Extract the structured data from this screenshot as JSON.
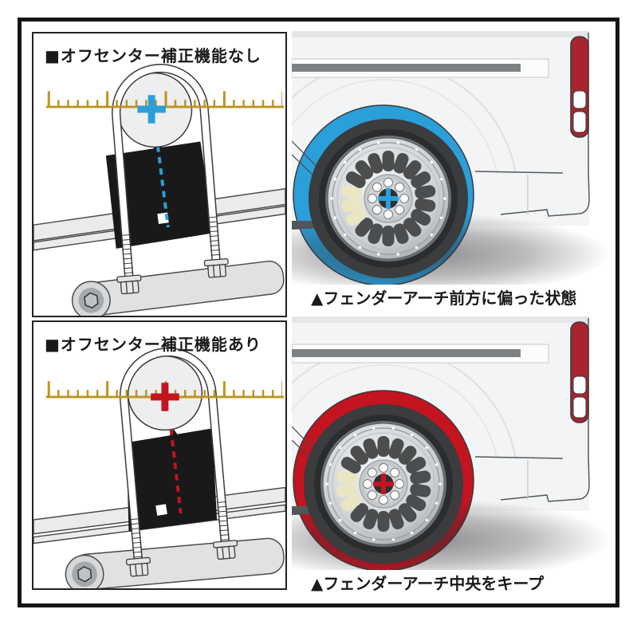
{
  "colors": {
    "accent-blue": "#2B9FD9",
    "accent-red": "#C3141F",
    "ruler-gold": "#BD9420",
    "lamp-red": "#A8242F",
    "stripe-gray": "#7D8184",
    "ink": "#1A1A1A"
  },
  "panels": [
    {
      "title": "■オフセンター補正機能なし",
      "marker": "blue-cross-marker"
    },
    {
      "title": "■オフセンター補正機能あり",
      "marker": "red-cross-marker"
    }
  ],
  "illustrations": [
    {
      "caption": "▲フェンダーアーチ前方に偏った状態",
      "arch_highlight": "blue"
    },
    {
      "caption": "▲フェンダーアーチ中央をキープ",
      "arch_highlight": "red"
    }
  ]
}
